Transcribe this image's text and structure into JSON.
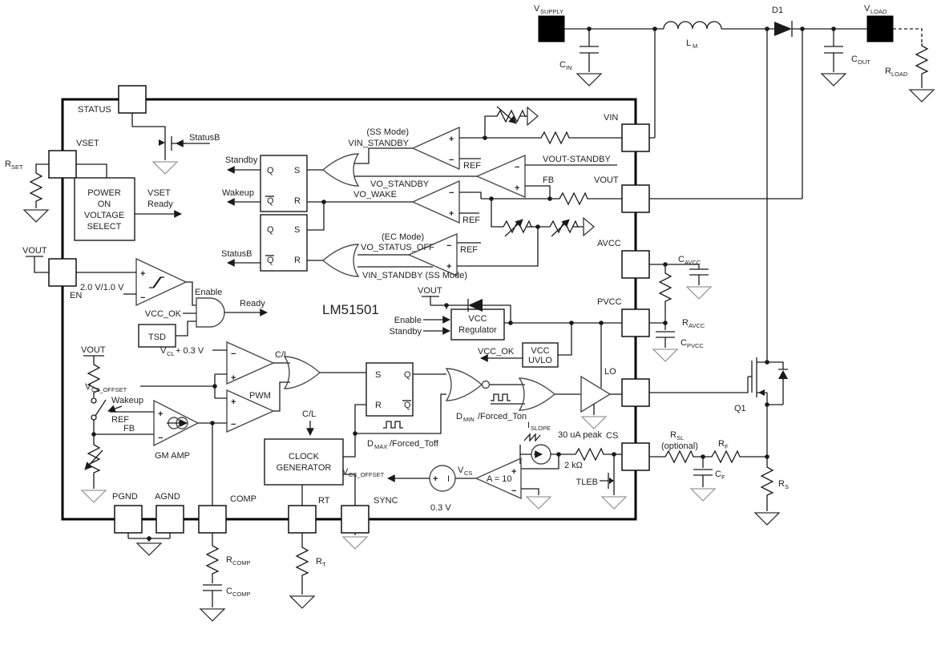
{
  "diagram": {
    "chip_name": "LM51501"
  },
  "pins": {
    "status": "STATUS",
    "vset": "VSET",
    "en": "EN",
    "vin": "VIN",
    "vout": "VOUT",
    "avcc": "AVCC",
    "pvcc": "PVCC",
    "lo": "LO",
    "cs": "CS",
    "pgnd": "PGND",
    "agnd": "AGND",
    "comp": "COMP",
    "rt": "RT",
    "sync": "SYNC"
  },
  "blk": {
    "povs1": "POWER",
    "povs2": "ON",
    "povs3": "VOLTAGE",
    "povs4": "SELECT",
    "tsd": "TSD",
    "vcc": "VCC",
    "regulator": "Regulator",
    "uvlo": "UVLO",
    "clock1": "CLOCK",
    "clock2": "GENERATOR",
    "gm_amp": "GM AMP"
  },
  "lx": {
    "q": "Q",
    "s": "S",
    "r": "R"
  },
  "sig": {
    "statusb": "StatusB",
    "standby": "Standby",
    "wakeup": "Wakeup",
    "vset_ready1": "VSET",
    "vset_ready2": "Ready",
    "ss_mode": "(SS Mode)",
    "vin_standby": "VIN_STANDBY",
    "ref": "REF",
    "vout_standby": "VOUT-STANDBY",
    "fb": "FB",
    "vo_standby": "VO_STANDBY",
    "vo_wake": "VO_WAKE",
    "ec_mode": "(EC Mode)",
    "vo_status_off": "VO_STATUS_OFF",
    "vin_standby_ss": "VIN_STANDBY (SS Mode)",
    "en_threshold": "2.0 V/1.0 V",
    "enable": "Enable",
    "vcc_ok": "VCC_OK",
    "ready": "Ready",
    "vout": "VOUT",
    "cl": "C/L",
    "pwm": "PWM",
    "sync_lbl": "SYNC"
  },
  "cmp": {
    "vsupply": [
      "V",
      "SUPPLY"
    ],
    "cin": [
      "C",
      "IN"
    ],
    "lm": [
      "L",
      "M"
    ],
    "d1": "D1",
    "vload": [
      "V",
      "LOAD"
    ],
    "cout": [
      "C",
      "OUT"
    ],
    "rload": [
      "R",
      "LOAD"
    ],
    "rset": [
      "R",
      "SET"
    ],
    "cavcc": [
      "C",
      "AVCC"
    ],
    "ravcc": [
      "R",
      "AVCC"
    ],
    "cpvcc": [
      "C",
      "PVCC"
    ],
    "rsl": [
      "R",
      "SL"
    ],
    "rf": [
      "R",
      "F"
    ],
    "cf": [
      "C",
      "F"
    ],
    "rs": [
      "R",
      "S"
    ],
    "q1": "Q1",
    "rcomp": [
      "R",
      "COMP"
    ],
    "ccomp": [
      "C",
      "COMP"
    ],
    "rt": [
      "R",
      "T"
    ],
    "vcl": [
      "V",
      "CL"
    ],
    "vcs_offset": [
      "V",
      "CS_OFFSET"
    ],
    "vcs": [
      "V",
      "CS"
    ],
    "islope": [
      "I",
      "SLOPE"
    ],
    "dmax": [
      "D",
      "MAX"
    ],
    "dmin": [
      "D",
      "MIN"
    ]
  },
  "values": {
    "islope_peak": "30 uA peak",
    "rcs": "2 kΩ",
    "gain": "A = 10",
    "offset": "0.3 V",
    "vcl_rest": " + 0.3 V",
    "dmax_rest": "/Forced_Toff",
    "dmin_rest": "/Forced_Ton",
    "optional": "(optional)",
    "tleb": "TLEB"
  }
}
